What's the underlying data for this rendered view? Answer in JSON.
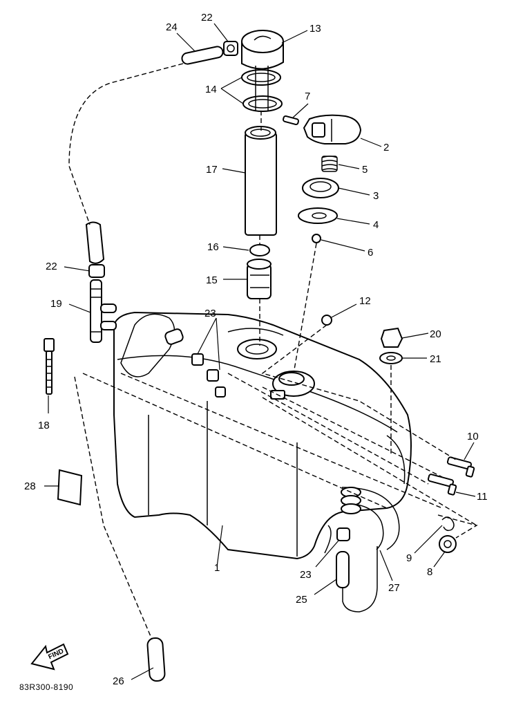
{
  "drawing_code": "83R300-8190",
  "find_label": "FIND",
  "callouts": {
    "c1": "1",
    "c2": "2",
    "c3": "3",
    "c4": "4",
    "c5": "5",
    "c6": "6",
    "c7": "7",
    "c8": "8",
    "c9": "9",
    "c10": "10",
    "c11": "11",
    "c12": "12",
    "c13": "13",
    "c14": "14",
    "c15": "15",
    "c16": "16",
    "c17": "17",
    "c18": "18",
    "c19": "19",
    "c20": "20",
    "c21": "21",
    "c22a": "22",
    "c22b": "22",
    "c23a": "23",
    "c23b": "23",
    "c24": "24",
    "c25": "25",
    "c26": "26",
    "c27": "27",
    "c28": "28"
  }
}
